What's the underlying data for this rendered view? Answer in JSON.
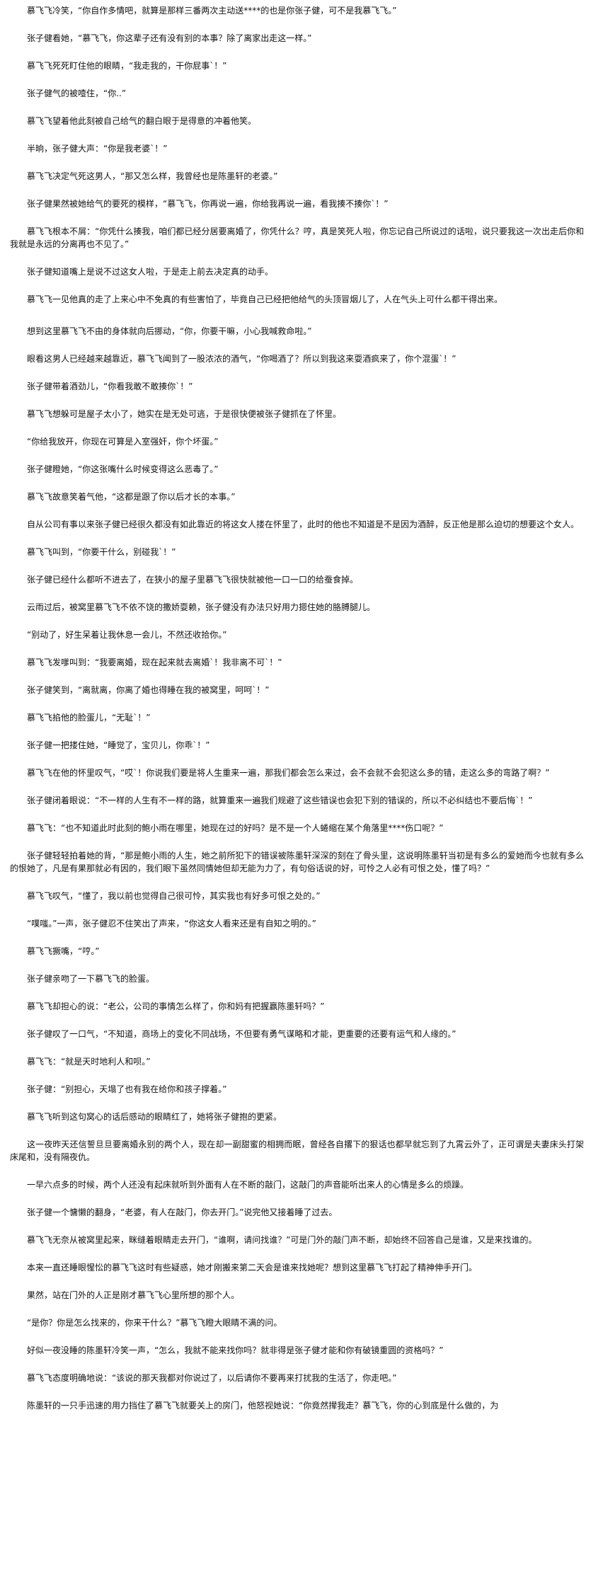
{
  "paragraphs": [
    "慕飞飞冷笑，“你自作多情吧，就算是那样三番两次主动送****的也是你张子健，可不是我慕飞飞。”",
    "张子健看她，“慕飞飞，你这辈子还有没有别的本事？除了离家出走这一样。”",
    "慕飞飞死死盯住他的眼睛，“我走我的，干你屁事`！”",
    "张子健气的被噎住，“你..”",
    "慕飞飞望着他此刻被自己给气的翻白眼于是得意的冲着他笑。",
    "半晌，张子健大声：“你是我老婆`！”",
    "慕飞飞决定气死这男人，“那又怎么样，我曾经也是陈墨轩的老婆。”",
    "张子健果然被她给气的要死的模样，“慕飞飞，你再说一遍，你给我再说一遍，看我揍不揍你`！”",
    "慕飞飞根本不屑：“你凭什么揍我，咱们都已经分居要离婚了，你凭什么？哼，真是笑死人啦，你忘记自己所说过的话啦，说只要我这一次出走后你和我就是永远的分离再也不见了。”",
    "张子健知道嘴上是说不过这女人啦，于是走上前去决定真的动手。",
    "慕飞飞一见他真的走了上来心中不免真的有些害怕了，毕竟自己已经把他给气的头顶冒烟儿了，人在气头上可什么都干得出来。",
    "想到这里慕飞飞不由的身体就向后挪动，“你，你要干嘛，小心我喊救命啦。”",
    "眼看这男人已经越来越靠近，慕飞飞闻到了一股浓浓的酒气，“你喝酒了？所以到我这来耍酒疯来了，你个混蛋`！”",
    "张子健带着酒劲儿，“你看我敢不敢揍你`！”",
    "慕飞飞想躲可是屋子太小了，她实在是无处可逃，于是很快便被张子健抓在了怀里。",
    "“你给我放开，你现在可算是入室强奸，你个坏蛋。”",
    "张子健瞪她，“你这张嘴什么时候变得这么恶毒了。”",
    "慕飞飞故意笑着气他，“这都是跟了你以后才长的本事。”",
    "自从公司有事以来张子健已经很久都没有如此靠近的将这女人搂在怀里了，此时的他也不知道是不是因为酒醉，反正他是那么迫切的想要这个女人。",
    "慕飞飞叫到，“你要干什么，别碰我`！”",
    "张子健已经什么都听不进去了，在狭小的屋子里慕飞飞很快就被他一口一口的给蚕食掉。",
    "云雨过后，被窝里慕飞飞不依不饶的撒娇耍赖，张子健没有办法只好用力摁住她的胳膊腿儿。",
    "“别动了，好生呆着让我休息一会儿，不然还收拾你。”",
    "慕飞飞发嗲叫到：“我要离婚，现在起来就去离婚`！我非离不可`！”",
    "张子健笑到，“离就离，你离了婚也得睡在我的被窝里，呵呵`！”",
    "慕飞飞掐他的脸蛋儿，“无耻`！”",
    "张子健一把搂住她，“睡觉了，宝贝儿，你乖`！”",
    "慕飞飞在他的怀里叹气，“哎`！你说我们要是将人生重来一遍，那我们都会怎么来过，会不会就不会犯这么多的错，走这么多的弯路了啊？”",
    "张子健闭着眼说：“不一样的人生有不一样的路，就算重来一遍我们规避了这些错误也会犯下别的错误的，所以不必纠结也不要后悔`！”",
    "慕飞飞：“也不知道此时此刻的鲍小雨在哪里，她现在过的好吗？是不是一个人蜷缩在某个角落里****伤口呢？”",
    "张子健轻轻拍着她的背，“那是鲍小雨的人生，她之前所犯下的错误被陈墨轩深深的刻在了骨头里，这说明陈墨轩当初是有多么的爱她而今也就有多么的恨她了，凡是有果那就必有因的，我们眼下虽然同情她但却无能为力了，有句俗话说的好，可怜之人必有可恨之处，懂了吗？”",
    "慕飞飞叹气，“懂了，我以前也觉得自己很可怜，其实我也有好多可恨之处的。”",
    "“噗嗤。”一声，张子健忍不住笑出了声来，“你这女人看来还是有自知之明的。”",
    "慕飞飞撅嘴，“哼。”",
    "张子健亲吻了一下慕飞飞的脸蛋。",
    "慕飞飞却担心的说：“老公，公司的事情怎么样了，你和妈有把握赢陈墨轩吗？”",
    "张子健叹了一口气，“不知道，商场上的变化不同战场，不但要有勇气谋略和才能，更重要的还要有运气和人缘的。”",
    "慕飞飞：“就是天时地利人和呗。”",
    "张子健：“别担心，天塌了也有我在给你和孩子撑着。”",
    "慕飞飞听到这句窝心的话后感动的眼睛红了，她将张子健抱的更紧。",
    "这一夜昨天还信誓旦旦要离婚永别的两个人，现在却一副甜蜜的相拥而眠，曾经各自撂下的狠话也都早就忘到了九霄云外了，正可谓是夫妻床头打架床尾和，没有隔夜仇。",
    "一早六点多的时候，两个人还没有起床就听到外面有人在不断的敲门，这敲门的声音能听出来人的心情是多么的烦躁。",
    "张子健一个慵懒的翻身，“老婆，有人在敲门，你去开门。”说完他又接着睡了过去。",
    "慕飞飞无奈从被窝里起来，眯缝着眼睛走去开门，“谁啊，请问找谁？”可是门外的敲门声不断，却始终不回答自己是谁，又是来找谁的。",
    "本来一直还睡眼惺忪的慕飞飞这时有些疑惑，她才刚搬来第二天会是谁来找她呢？想到这里慕飞飞打起了精神伸手开门。",
    "果然，站在门外的人正是刚才慕飞飞心里所想的那个人。",
    "“是你？你是怎么找来的，你来干什么？”慕飞飞瞪大眼睛不满的问。",
    "好似一夜没睡的陈墨轩冷笑一声，“怎么，我就不能来找你吗？就非得是张子健才能和你有破镜重圆的资格吗？”",
    "慕飞飞态度明确地说：“该说的那天我都对你说过了，以后请你不要再来打扰我的生活了，你走吧。”",
    "陈墨轩的一只手迅速的用力挡住了慕飞飞就要关上的房门，他怒视她说：“你竟然撵我走？慕飞飞，你的心到底是什么做的，为"
  ]
}
